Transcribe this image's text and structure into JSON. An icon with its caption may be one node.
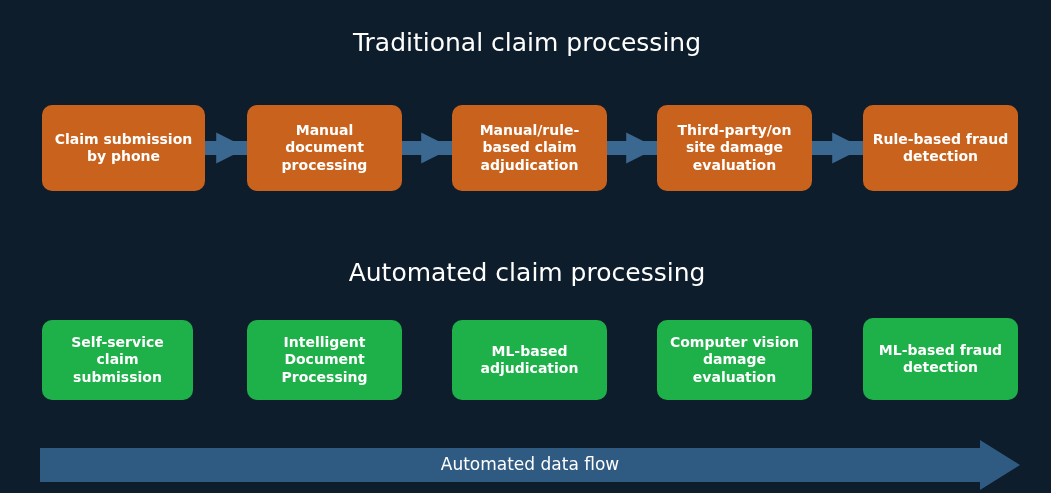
{
  "diagram": {
    "nodes": [
      {
        "text": [
          "Claim submission by phone"
        ]
      },
      {
        "text": [
          "Manual document processing"
        ]
      },
      {
        "text": [
          "Manual/rule-based claim adjudication"
        ]
      },
      {
        "text": [
          "Third-party/on site damage evaluation"
        ]
      },
      {
        "text": [
          "Rule-based fraud detection"
        ]
      },
      {
        "text": [
          "Self-service claim submission"
        ]
      },
      {
        "text": [
          "Intelligent Document Processing"
        ]
      },
      {
        "text": [
          "ML-based adjudication"
        ]
      },
      {
        "text": [
          "Computer vision damage evaluation"
        ]
      },
      {
        "text": [
          "ML-based fraud detection"
        ]
      },
      {
        "text": [
          "Automated data flow"
        ]
      }
    ],
    "edges": [
      {
        "from": 0,
        "to": 1,
        "arrow": "to"
      },
      {
        "from": 1,
        "to": 2,
        "arrow": "to"
      },
      {
        "from": 2,
        "to": 3,
        "arrow": "to"
      },
      {
        "from": 3,
        "to": 4,
        "arrow": "to"
      }
    ],
    "labels": [
      "Traditional claim processing",
      "Automated claim processing"
    ]
  }
}
